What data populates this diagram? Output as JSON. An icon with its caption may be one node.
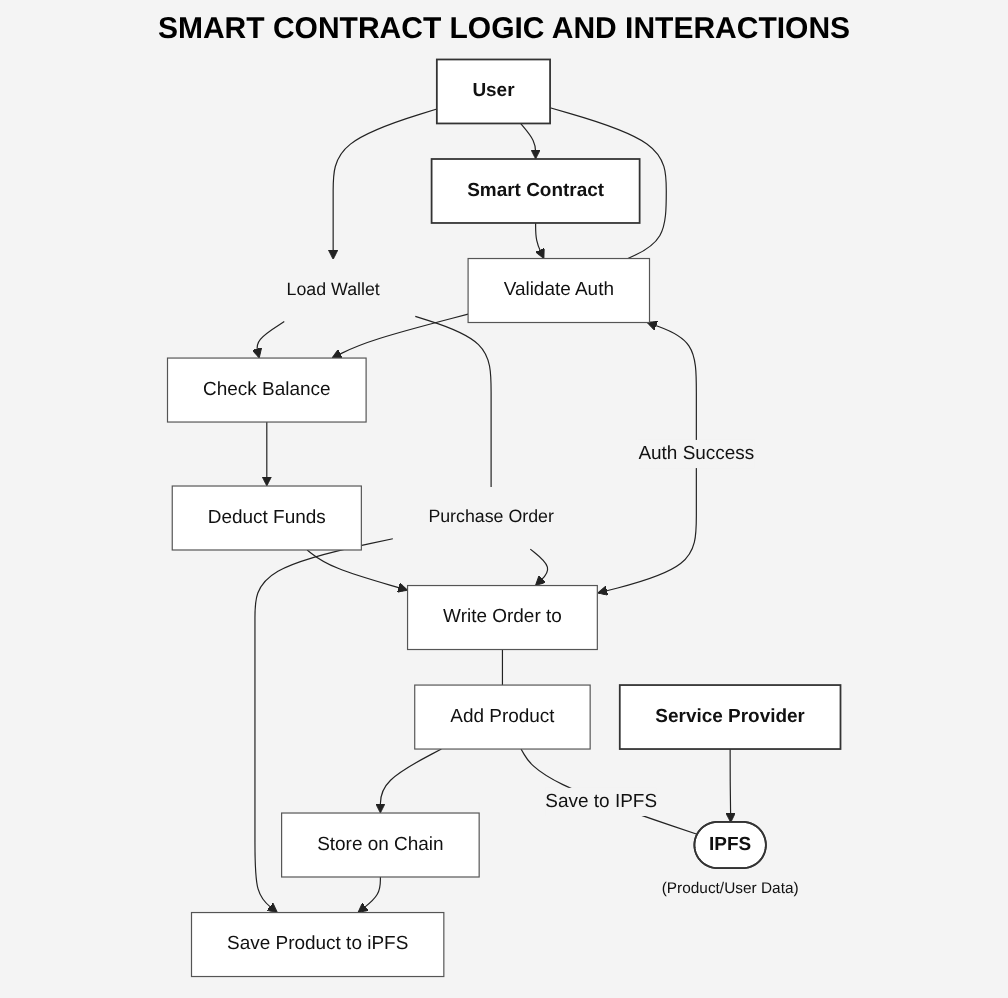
{
  "diagram": {
    "title": "SMART CONTRACT LOGIC AND INTERACTIONS",
    "nodes": [
      {
        "text": [
          "User"
        ]
      },
      {
        "text": [
          "Smart Contract"
        ]
      },
      {
        "text": [
          "Service Provider"
        ]
      },
      {
        "text": [
          "Validate Auth"
        ]
      },
      {
        "text": [
          "Load Wallet"
        ]
      },
      {
        "text": [
          "Check Balance"
        ]
      },
      {
        "text": [
          "Deduct Funds"
        ]
      },
      {
        "text": [
          "Purchase Order"
        ]
      },
      {
        "text": [
          "Write Order to"
        ]
      },
      {
        "text": [
          "Add Product"
        ]
      },
      {
        "text": [
          "Store on Chain"
        ]
      },
      {
        "text": [
          "Save Product to iPFS"
        ]
      },
      {
        "text": [
          "IPFS"
        ],
        "beside": [
          "(Product/User Data)"
        ]
      }
    ],
    "edges": [
      {
        "from": 0,
        "to": 1,
        "arrow": "to"
      },
      {
        "from": 1,
        "to": 3,
        "arrow": "to"
      },
      {
        "from": 0,
        "to": 4,
        "arrow": "to"
      },
      {
        "from": 3,
        "to": 0,
        "arrow": "none"
      },
      {
        "from": 4,
        "to": 5,
        "arrow": "to"
      },
      {
        "from": 3,
        "to": 5,
        "arrow": "to"
      },
      {
        "from": 5,
        "to": 6,
        "arrow": "to"
      },
      {
        "from": 6,
        "to": 8,
        "arrow": "to"
      },
      {
        "from": 4,
        "to": 7,
        "arrow": "none"
      },
      {
        "from": 7,
        "to": 8,
        "arrow": "to"
      },
      {
        "from": 7,
        "to": 11,
        "arrow": "to"
      },
      {
        "from": 8,
        "to": 3,
        "arrow": "both",
        "label": "Auth Success"
      },
      {
        "from": 8,
        "to": 9,
        "arrow": "none"
      },
      {
        "from": 9,
        "to": 10,
        "arrow": "to"
      },
      {
        "from": 10,
        "to": 11,
        "arrow": "to"
      },
      {
        "from": 9,
        "to": 12,
        "arrow": "none",
        "label": "Save to IPFS"
      },
      {
        "from": 2,
        "to": 12,
        "arrow": "to"
      }
    ]
  }
}
